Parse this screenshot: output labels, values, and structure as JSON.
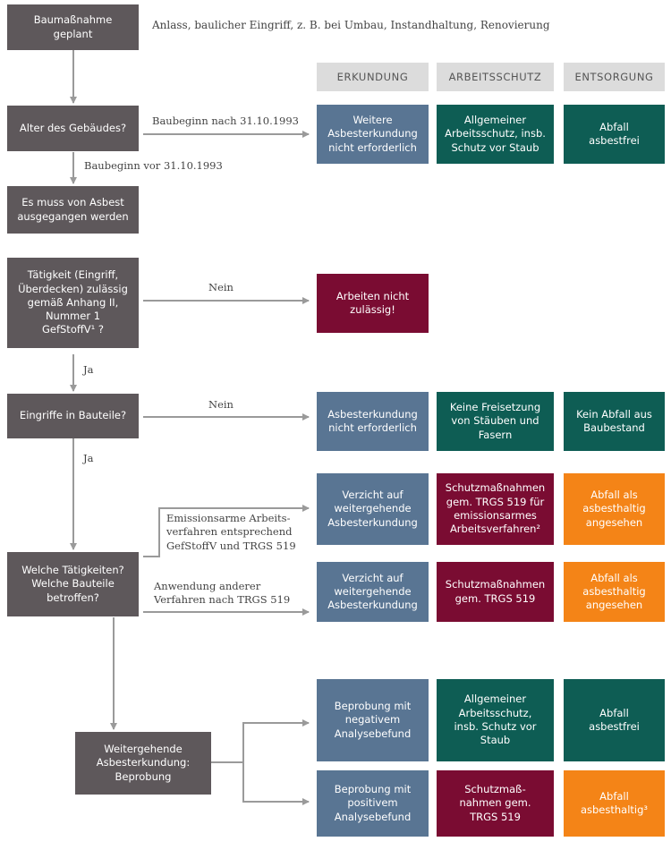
{
  "intro_text": "Anlass, baulicher Eingriff, z. B. bei Umbau, Instandhaltung, Renovierung",
  "columns": {
    "erkundung": "ERKUNDUNG",
    "arbeitsschutz": "ARBEITSSCHUTZ",
    "entsorgung": "ENTSORGUNG"
  },
  "steps": {
    "start": "Baumaßnahme\ngeplant",
    "age": "Alter des Gebäudes?",
    "assume": "Es muss von Asbest\nausgegangen werden",
    "allowed": "Tätigkeit (Eingriff,\nÜberdecken) zulässig\ngemäß Anhang II,\nNummer 1\nGefStoffV¹ ?",
    "intervention": "Eingriffe in Bauteile?",
    "which": "Welche Tätigkeiten?\nWelche Bauteile\nbetroffen?",
    "sampling": "Weitergehende\nAsbesterkundung:\nBeprobung"
  },
  "branch_labels": {
    "after_1993": "Baubeginn nach 31.10.1993",
    "before_1993": "Baubeginn vor 31.10.1993",
    "nein_1": "Nein",
    "ja_1": "Ja",
    "nein_2": "Nein",
    "ja_2": "Ja",
    "low_emission": "Emissionsarme Arbeits-\nverfahren entsprechend\nGefStoffV und TRGS 519",
    "other": "Anwendung anderer\nVerfahren nach TRGS 519"
  },
  "results": {
    "r1_erk": "Weitere\nAsbesterkundung\nnicht erforderlich",
    "r1_as": "Allgemeiner\nArbeitsschutz, insb.\nSchutz vor Staub",
    "r1_ent": "Abfall\nasbestfrei",
    "not_allowed": "Arbeiten nicht\nzulässig!",
    "r3_erk": "Asbesterkundung\nnicht erforderlich",
    "r3_as": "Keine Freisetzung\nvon Stäuben und\nFasern",
    "r3_ent": "Kein Abfall aus\nBaubestand",
    "r4_erk": "Verzicht auf\nweitergehende\nAsbesterkundung",
    "r4_as": "Schutzmaßnahmen\ngem. TRGS 519 für\nemissionsarmes\nArbeitsverfahren²",
    "r4_ent": "Abfall als\nasbesthaltig\nangesehen",
    "r5_erk": "Verzicht auf\nweitergehende\nAsbesterkundung",
    "r5_as": "Schutzmaßnahmen\ngem. TRGS 519",
    "r5_ent": "Abfall als\nasbesthaltig\nangesehen",
    "r6_erk": "Beprobung mit\nnegativem\nAnalysebefund",
    "r6_as": "Allgemeiner\nArbeitsschutz,\ninsb. Schutz vor\nStaub",
    "r6_ent": "Abfall\nasbestfrei",
    "r7_erk": "Beprobung mit\npositivem\nAnalysebefund",
    "r7_as": "Schutzmaß-\nnahmen gem.\nTRGS 519",
    "r7_ent": "Abfall\nasbesthaltig³"
  },
  "colors": {
    "step": "#5e585b",
    "erkundung": "#597593",
    "arbeitsschutz_ok": "#0e5d54",
    "warning": "#7a0c32",
    "entsorgung_hazard": "#f48417",
    "header_bg": "#dcdcdc",
    "connector": "#9a9a9a"
  }
}
